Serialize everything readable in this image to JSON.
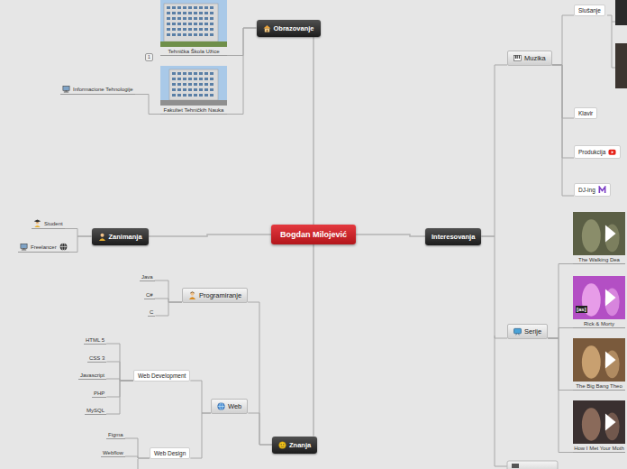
{
  "diagram": {
    "nodes": [
      {
        "text": [
          "Bogdan Milojević"
        ]
      },
      {
        "text": [
          "Obrazovanje"
        ]
      },
      {
        "text": [
          "Tehnička Škola Užice"
        ]
      },
      {
        "text": [
          "Fakultet Tehničkih Nauka"
        ]
      },
      {
        "text": [
          "Informacione Tehnologije"
        ]
      },
      {
        "text": [
          "Zanimanja"
        ]
      },
      {
        "text": [
          "Student"
        ]
      },
      {
        "text": [
          "Freelancer"
        ]
      },
      {
        "text": [
          "Znanja"
        ]
      },
      {
        "text": [
          "Programiranje"
        ]
      },
      {
        "text": [
          "Java"
        ]
      },
      {
        "text": [
          "C#"
        ]
      },
      {
        "text": [
          "C"
        ]
      },
      {
        "text": [
          "Web"
        ]
      },
      {
        "text": [
          "Web Development"
        ]
      },
      {
        "text": [
          "HTML 5"
        ]
      },
      {
        "text": [
          "CSS 3"
        ]
      },
      {
        "text": [
          "Javascript"
        ]
      },
      {
        "text": [
          "PHP"
        ]
      },
      {
        "text": [
          "MySQL"
        ]
      },
      {
        "text": [
          "Web Design"
        ]
      },
      {
        "text": [
          "Figma"
        ]
      },
      {
        "text": [
          "Webflow"
        ]
      },
      {
        "text": [
          "Interesovanja"
        ]
      },
      {
        "text": [
          "Muzika"
        ]
      },
      {
        "text": [
          "Slušanje"
        ]
      },
      {
        "text": [
          "Klavir"
        ]
      },
      {
        "text": [
          "Produkcija"
        ]
      },
      {
        "text": [
          "DJ-ing"
        ]
      },
      {
        "text": [
          "Serije"
        ]
      },
      {
        "text": [
          "The Walking Dea"
        ]
      },
      {
        "text": [
          "Rick & Morty"
        ]
      },
      {
        "text": [
          "The Big Bang Theo"
        ]
      },
      {
        "text": [
          "How I Met Your Moth"
        ]
      }
    ],
    "edges": [
      {
        "from": 0,
        "to": 1,
        "arrow": "none"
      },
      {
        "from": 1,
        "to": 2,
        "arrow": "none"
      },
      {
        "from": 1,
        "to": 3,
        "arrow": "none"
      },
      {
        "from": 3,
        "to": 4,
        "arrow": "none"
      },
      {
        "from": 0,
        "to": 5,
        "arrow": "none"
      },
      {
        "from": 5,
        "to": 6,
        "arrow": "none"
      },
      {
        "from": 5,
        "to": 7,
        "arrow": "none"
      },
      {
        "from": 0,
        "to": 8,
        "arrow": "none"
      },
      {
        "from": 8,
        "to": 9,
        "arrow": "none"
      },
      {
        "from": 9,
        "to": 10,
        "arrow": "none"
      },
      {
        "from": 9,
        "to": 11,
        "arrow": "none"
      },
      {
        "from": 9,
        "to": 12,
        "arrow": "none"
      },
      {
        "from": 8,
        "to": 13,
        "arrow": "none"
      },
      {
        "from": 13,
        "to": 14,
        "arrow": "none"
      },
      {
        "from": 14,
        "to": 15,
        "arrow": "none"
      },
      {
        "from": 14,
        "to": 16,
        "arrow": "none"
      },
      {
        "from": 14,
        "to": 17,
        "arrow": "none"
      },
      {
        "from": 14,
        "to": 18,
        "arrow": "none"
      },
      {
        "from": 14,
        "to": 19,
        "arrow": "none"
      },
      {
        "from": 13,
        "to": 20,
        "arrow": "none"
      },
      {
        "from": 20,
        "to": 21,
        "arrow": "none"
      },
      {
        "from": 20,
        "to": 22,
        "arrow": "none"
      },
      {
        "from": 0,
        "to": 23,
        "arrow": "none"
      },
      {
        "from": 23,
        "to": 24,
        "arrow": "none"
      },
      {
        "from": 24,
        "to": 25,
        "arrow": "none"
      },
      {
        "from": 24,
        "to": 26,
        "arrow": "none"
      },
      {
        "from": 24,
        "to": 27,
        "arrow": "none"
      },
      {
        "from": 24,
        "to": 28,
        "arrow": "none"
      },
      {
        "from": 23,
        "to": 29,
        "arrow": "none"
      },
      {
        "from": 29,
        "to": 30,
        "arrow": "none"
      },
      {
        "from": 29,
        "to": 31,
        "arrow": "none"
      },
      {
        "from": 29,
        "to": 32,
        "arrow": "none"
      },
      {
        "from": 29,
        "to": 33,
        "arrow": "none"
      }
    ],
    "labels": [
      "1",
      "[as]"
    ]
  }
}
